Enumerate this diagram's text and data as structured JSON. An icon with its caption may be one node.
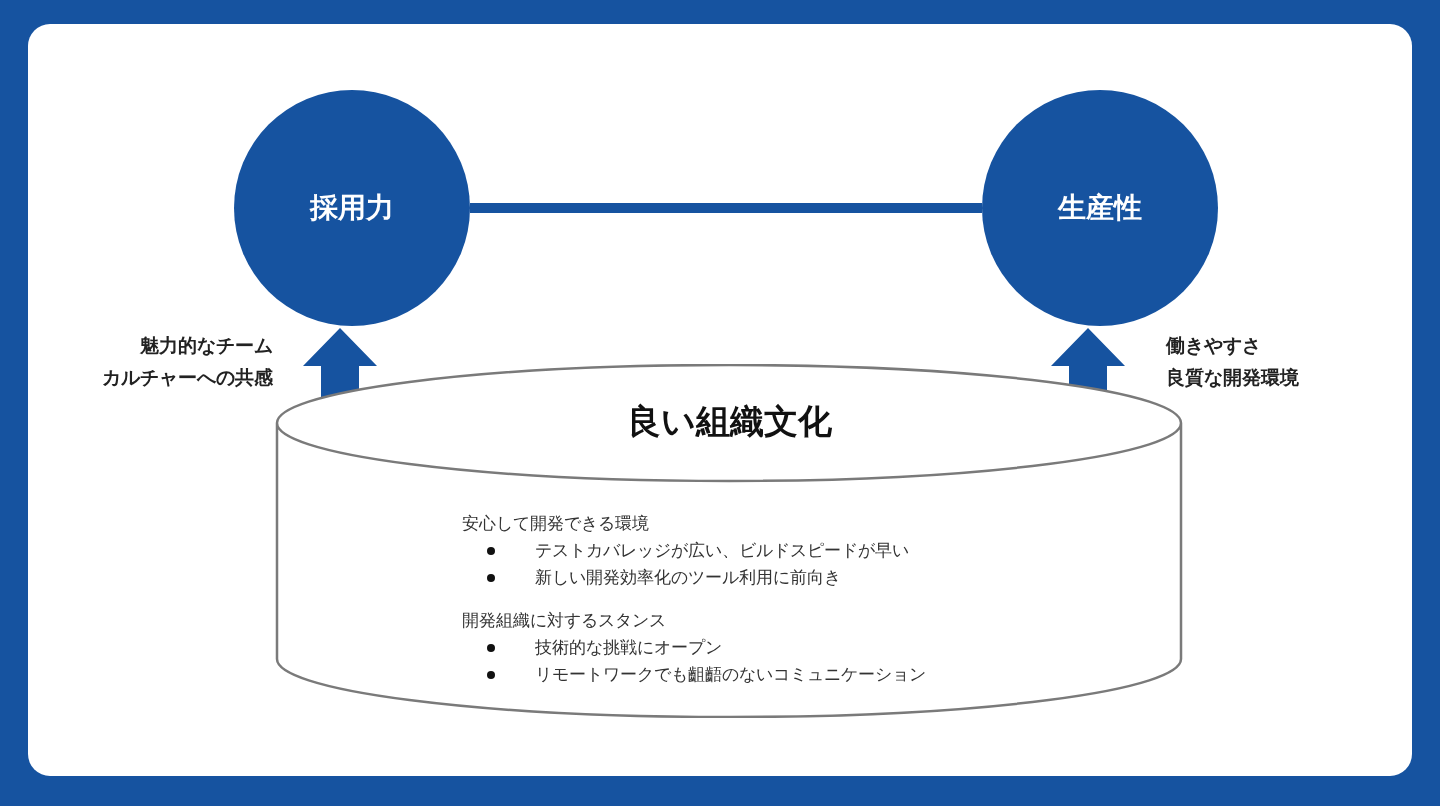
{
  "diagram": {
    "nodes": [
      {
        "text": [
          "採用力"
        ]
      },
      {
        "text": [
          "生産性"
        ]
      },
      {
        "text": [
          "良い組織文化",
          "安心して開発できる環境",
          "テストカバレッジが広い、ビルドスピードが早い",
          "新しい開発効率化のツール利用に前向き",
          "開発組織に対するスタンス",
          "技術的な挑戦にオープン",
          "リモートワークでも齟齬のないコミュニケーション"
        ]
      }
    ],
    "edges": [
      {
        "from": 0,
        "to": 1,
        "arrow": "none"
      },
      {
        "from": 2,
        "to": 0,
        "arrow": "to",
        "label": "魅力的なチームカルチャーへの共感"
      },
      {
        "from": 2,
        "to": 1,
        "arrow": "to",
        "label": "働きやすさ良質な開発環境"
      }
    ]
  }
}
